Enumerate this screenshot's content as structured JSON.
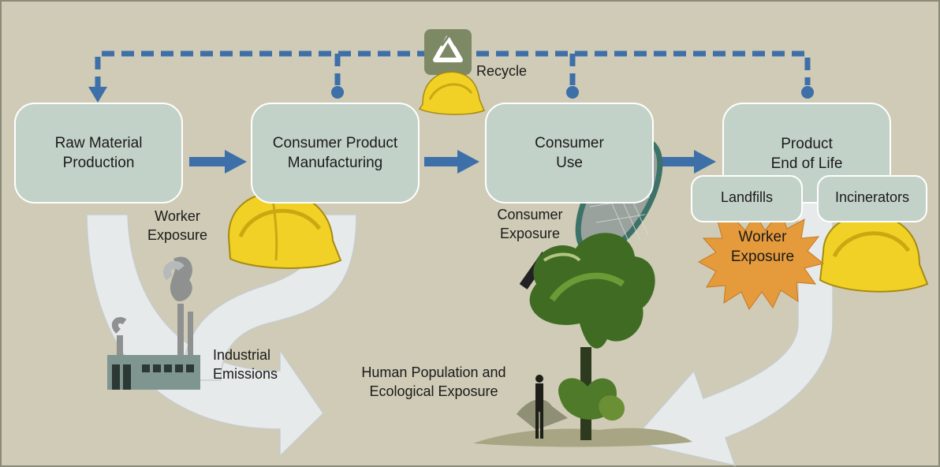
{
  "colors": {
    "background": "#cfcbb6",
    "box_fill": "#c3d2c8",
    "flow_arrow": "#3d6fa8",
    "emission_arrow": "#e6eaea",
    "helmet": "#f2d126",
    "burst": "#e59a3c",
    "recycle_badge": "#7d8965"
  },
  "stages": {
    "raw_material": "Raw Material\nProduction",
    "manufacturing": "Consumer Product\nManufacturing",
    "consumer_use": "Consumer\nUse",
    "end_of_life": "Product\nEnd of Life"
  },
  "end_of_life_options": {
    "landfills": "Landfills",
    "incinerators": "Incinerators"
  },
  "labels": {
    "recycle": "Recycle",
    "worker_exposure_left": "Worker\nExposure",
    "consumer_exposure": "Consumer\nExposure",
    "worker_exposure_right": "Worker\nExposure",
    "industrial_emissions": "Industrial\nEmissions",
    "human_population": "Human Population and\nEcological Exposure"
  },
  "icons": [
    "recycle-icon",
    "hard-hat-icon",
    "factory-icon",
    "tennis-racket-icon",
    "tree-scene-icon",
    "burst-icon"
  ]
}
